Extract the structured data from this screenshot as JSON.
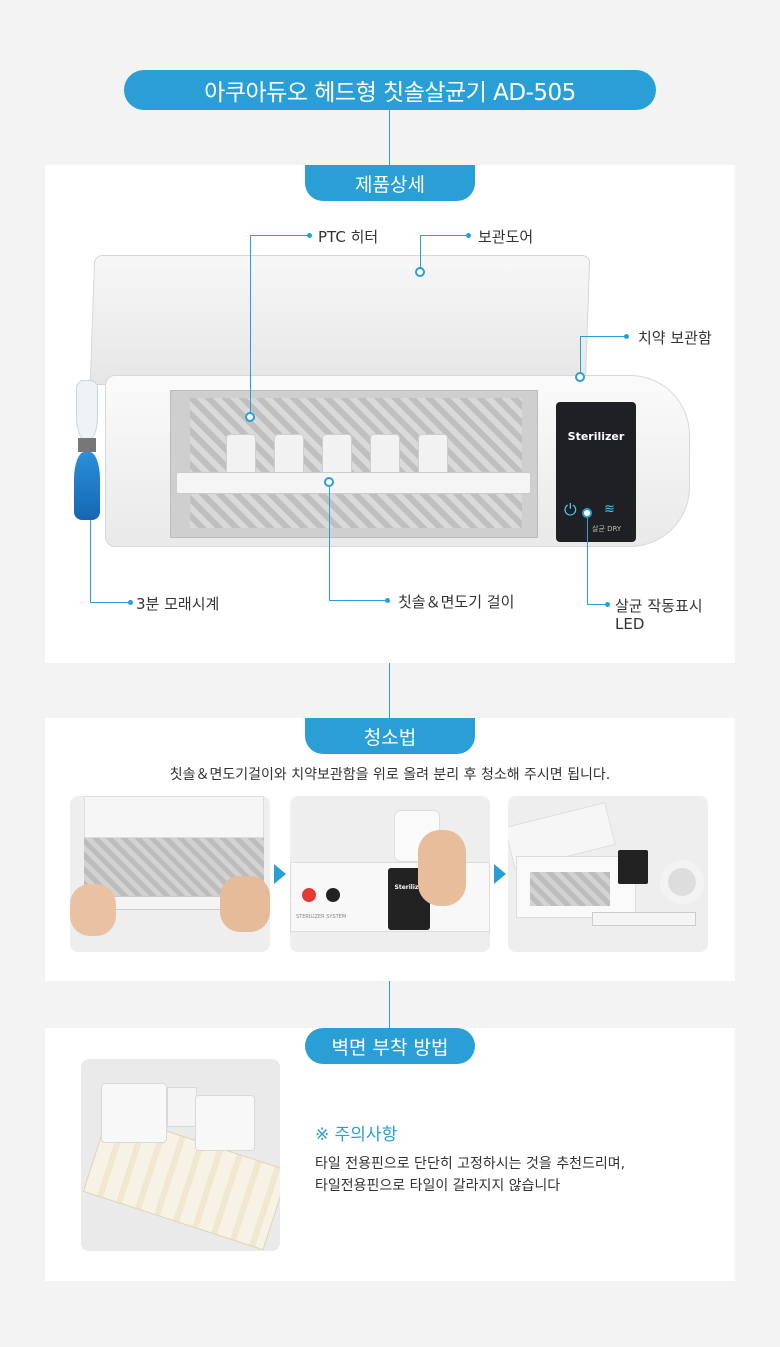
{
  "title": "아쿠아듀오 헤드형 칫솔살균기 AD-505",
  "sections": {
    "detail": "제품상세",
    "cleaning": "청소법",
    "mount": "벽면 부착 방법"
  },
  "callouts": {
    "ptc": "PTC 히터",
    "door": "보관도어",
    "toothpaste": "치약 보관함",
    "timer": "3분 모래시계",
    "holder": "칫솔＆면도기 걸이",
    "led_1": "살균 작동표시",
    "led_2": "LED"
  },
  "device_panel": {
    "brand": "Sterilizer",
    "label": "살균 DRY"
  },
  "cleaning_desc": "칫솔＆면도기걸이와 치약보관함을 위로 올려 분리 후 청소해 주시면 됩니다.",
  "photo2_brand": "Sterilizer",
  "photo2_caption": "STERILIZER SYSTEM",
  "caution": {
    "title": "※ 주의사항",
    "line1": "타일 전용핀으로 단단히 고정하시는 것을 추천드리며,",
    "line2": "타일전용핀으로 타일이 갈라지지 않습니다"
  },
  "colors": {
    "accent": "#2a9fd6"
  }
}
